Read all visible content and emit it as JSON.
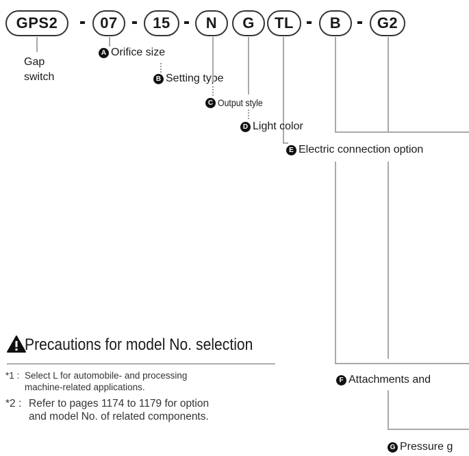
{
  "model": {
    "segments": [
      "GPS2",
      "07",
      "15",
      "N",
      "G",
      "TL",
      "B",
      "G2"
    ],
    "separator": "-"
  },
  "gap_label": [
    "Gap",
    "switch"
  ],
  "codes": {
    "A": {
      "badge": "A",
      "label": "Orifice size"
    },
    "B": {
      "badge": "B",
      "label": "Setting type"
    },
    "C": {
      "badge": "C",
      "label": "Output style"
    },
    "D": {
      "badge": "D",
      "label": "Light color"
    },
    "E": {
      "badge": "E",
      "label": "Electric connection option"
    },
    "F": {
      "badge": "F",
      "label": "Attachments and"
    },
    "G": {
      "badge": "G",
      "label": "Pressure g"
    }
  },
  "precautions": {
    "title": "Precautions for model No. selection",
    "notes": [
      {
        "num": "*1 :",
        "lines": [
          "Select L for automobile- and processing",
          "machine-related applications."
        ]
      },
      {
        "num": "*2 :",
        "lines": [
          "Refer to pages 1174 to 1179 for option",
          "and model No. of related components."
        ]
      }
    ]
  },
  "colors": {
    "line": "#a8a8a8",
    "pill_border": "#333333",
    "badge": "#111111"
  }
}
